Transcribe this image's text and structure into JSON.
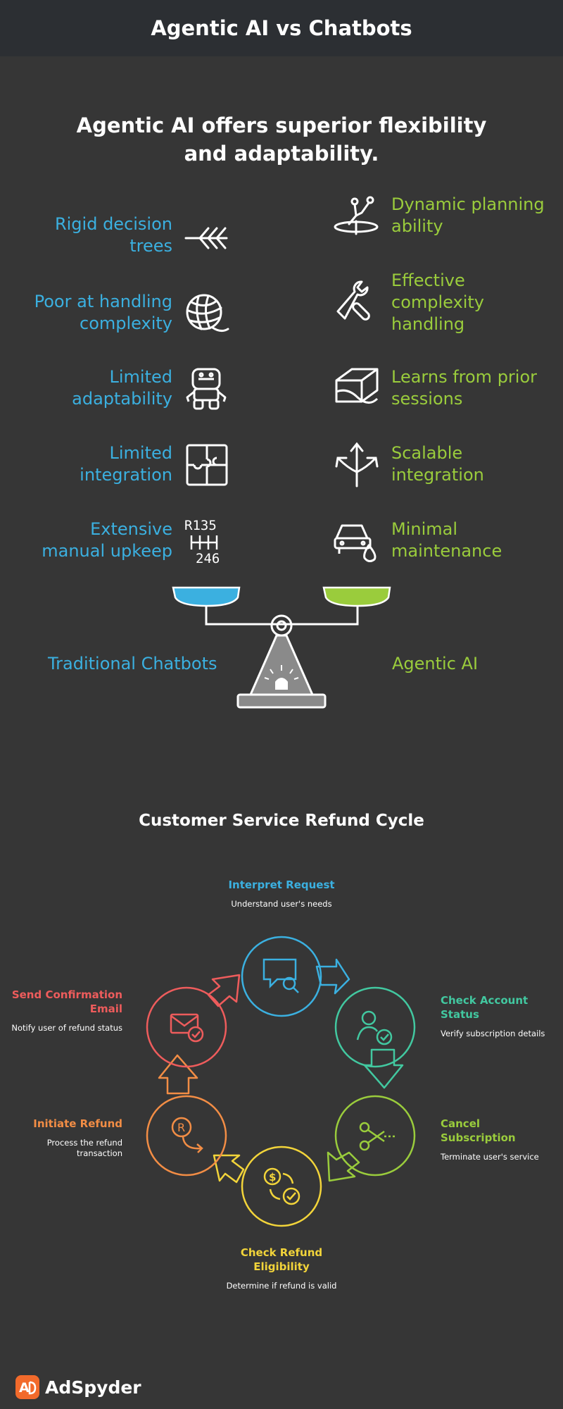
{
  "header": {
    "title": "Agentic AI vs Chatbots"
  },
  "comparison": {
    "heading": "Agentic AI offers superior flexibility and adaptability.",
    "left_label": "Traditional Chatbots",
    "right_label": "Agentic AI",
    "left_items": [
      {
        "text": "Rigid decision trees",
        "icon": "arrow-icon"
      },
      {
        "text": "Poor at handling complexity",
        "icon": "yarn-ball-icon"
      },
      {
        "text": "Limited adaptability",
        "icon": "robot-icon"
      },
      {
        "text": "Limited integration",
        "icon": "puzzle-icon"
      },
      {
        "text": "Extensive manual upkeep",
        "icon": "gear-shift-icon",
        "glyph": "R135 246"
      }
    ],
    "right_items": [
      {
        "text": "Dynamic planning ability",
        "icon": "surfer-icon"
      },
      {
        "text": "Effective complexity handling",
        "icon": "wrench-icon"
      },
      {
        "text": "Learns from prior sessions",
        "icon": "box-icon"
      },
      {
        "text": "Scalable integration",
        "icon": "branching-arrows-icon"
      },
      {
        "text": "Minimal maintenance",
        "icon": "car-oil-icon"
      }
    ],
    "colors": {
      "left": "#3bb0e0",
      "right": "#9acc3c"
    }
  },
  "cycle": {
    "title": "Customer Service Refund Cycle",
    "steps": [
      {
        "title": "Interpret Request",
        "desc": "Understand user's needs",
        "color": "#3bb0e0",
        "icon": "chat-search-icon"
      },
      {
        "title": "Check Account Status",
        "desc": "Verify subscription details",
        "color": "#42c8a0",
        "icon": "user-check-icon"
      },
      {
        "title": "Cancel Subscription",
        "desc": "Terminate user's service",
        "color": "#9acc3c",
        "icon": "scissors-icon"
      },
      {
        "title": "Check Refund Eligibility",
        "desc": "Determine if refund is valid",
        "color": "#f2d43a",
        "icon": "coin-check-icon"
      },
      {
        "title": "Initiate Refund",
        "desc": "Process the refund transaction",
        "color": "#f28d45",
        "icon": "refund-icon"
      },
      {
        "title": "Send Confirmation Email",
        "desc": "Notify user of refund status",
        "color": "#ee5c5c",
        "icon": "mail-check-icon"
      }
    ]
  },
  "footer": {
    "brand": "AdSpyder"
  }
}
